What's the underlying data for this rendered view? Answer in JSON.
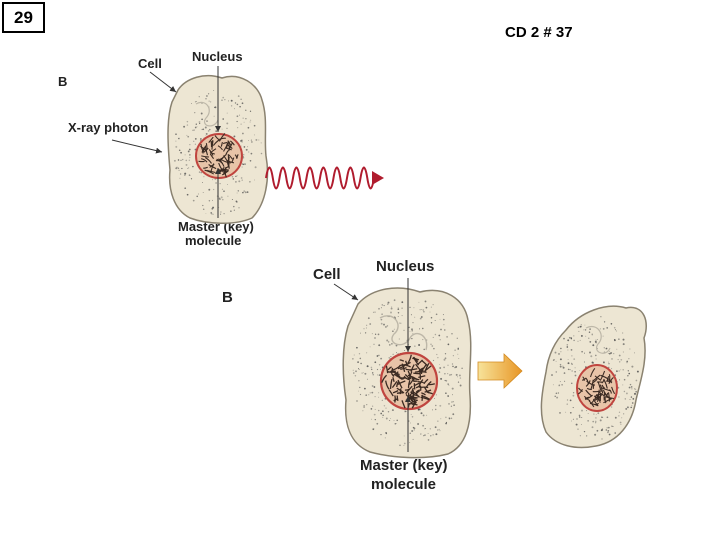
{
  "slide": {
    "number": "29",
    "code": "CD 2 # 37"
  },
  "top_diagram": {
    "panel_letter": "B",
    "cell_label": "Cell",
    "nucleus_label": "Nucleus",
    "photon_label": "X-ray photon",
    "molecule_label_line1": "Master (key)",
    "molecule_label_line2": "molecule"
  },
  "bottom_diagram": {
    "panel_letter": "B",
    "cell_label": "Cell",
    "nucleus_label": "Nucleus",
    "molecule_label_line1": "Master (key)",
    "molecule_label_line2": "molecule"
  },
  "colors": {
    "cytoplasm": "#ede6d3",
    "cell_outline": "#8a8270",
    "nucleus_rim": "#c0453f",
    "nucleus_fill": "#e8c4a8",
    "photon_wave": "#b01c2e",
    "arrow_yellow": "#f3c23a",
    "arrow_orange": "#e89626"
  }
}
